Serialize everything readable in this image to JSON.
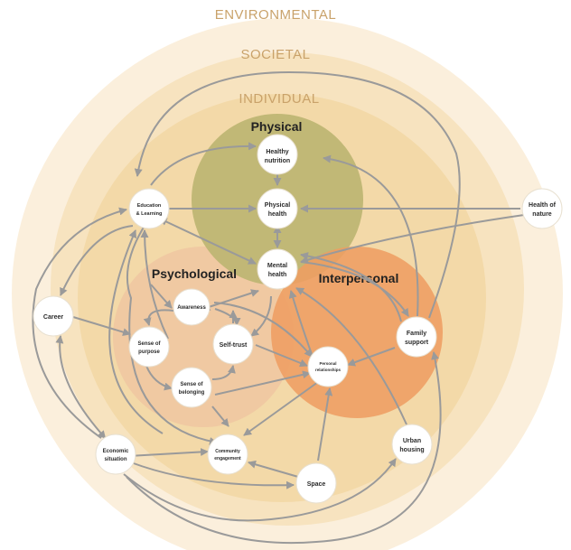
{
  "rings": {
    "environmental": "ENVIRONMENTAL",
    "societal": "SOCIETAL",
    "individual": "INDIVIDUAL"
  },
  "domains": {
    "physical": "Physical",
    "psychological": "Psychological",
    "interpersonal": "Interpersonal"
  },
  "nodes": {
    "healthy_nutrition": [
      "Healthy",
      "nutrition"
    ],
    "physical_health": [
      "Physical",
      "health"
    ],
    "mental_health": [
      "Mental",
      "health"
    ],
    "education": [
      "Education",
      "& Learning"
    ],
    "health_of_nature": [
      "Health of",
      "nature"
    ],
    "career": [
      "Career"
    ],
    "awareness": [
      "Awareness"
    ],
    "sense_of_purpose": [
      "Sense of",
      "purpose"
    ],
    "self_trust": [
      "Self-trust"
    ],
    "sense_of_belonging": [
      "Sense of",
      "belonging"
    ],
    "personal_relationships": [
      "Personal",
      "relationships"
    ],
    "family_support": [
      "Family",
      "support"
    ],
    "economic_situation": [
      "Economic",
      "situation"
    ],
    "community_engagement": [
      "Community",
      "engagement"
    ],
    "urban_housing": [
      "Urban",
      "housing"
    ],
    "space": [
      "Space"
    ]
  },
  "colors": {
    "background": "#ffffff",
    "environmental": "#fbefdc",
    "societal": "#f7e3bf",
    "individual": "#f3d9a8",
    "physical": "#bdb572",
    "psychological": "#f0c7a1",
    "interpersonal": "#ee9d62",
    "arrow": "#9a9a9a",
    "node": "#ffffff"
  }
}
